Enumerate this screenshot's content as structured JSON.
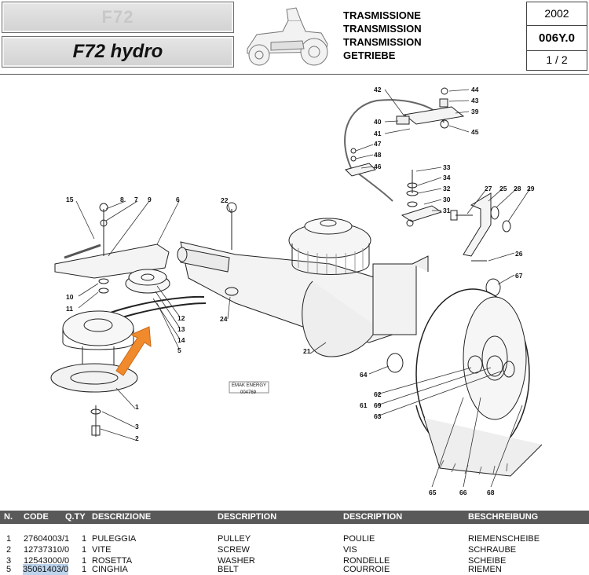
{
  "header": {
    "model_grey": "F72",
    "model_main": "F72 hydro",
    "titles": [
      "TRASMISSIONE",
      "TRANSMISSION",
      "TRANSMISSION",
      "GETRIEBE"
    ],
    "year": "2002",
    "code": "006Y.0",
    "page": "1 / 2"
  },
  "diagram": {
    "callouts": [
      {
        "n": "42"
      },
      {
        "n": "44"
      },
      {
        "n": "43"
      },
      {
        "n": "39"
      },
      {
        "n": "40"
      },
      {
        "n": "41"
      },
      {
        "n": "45"
      },
      {
        "n": "47"
      },
      {
        "n": "48"
      },
      {
        "n": "46"
      },
      {
        "n": "33"
      },
      {
        "n": "34"
      },
      {
        "n": "32"
      },
      {
        "n": "30"
      },
      {
        "n": "31"
      },
      {
        "n": "27"
      },
      {
        "n": "25"
      },
      {
        "n": "28"
      },
      {
        "n": "29"
      },
      {
        "n": "26"
      },
      {
        "n": "67"
      },
      {
        "n": "15"
      },
      {
        "n": "8"
      },
      {
        "n": "7"
      },
      {
        "n": "9"
      },
      {
        "n": "6"
      },
      {
        "n": "22"
      },
      {
        "n": "10"
      },
      {
        "n": "11"
      },
      {
        "n": "12"
      },
      {
        "n": "13"
      },
      {
        "n": "14"
      },
      {
        "n": "5"
      },
      {
        "n": "24"
      },
      {
        "n": "21"
      },
      {
        "n": "64"
      },
      {
        "n": "62"
      },
      {
        "n": "61"
      },
      {
        "n": "69"
      },
      {
        "n": "63"
      },
      {
        "n": "1"
      },
      {
        "n": "3"
      },
      {
        "n": "2"
      },
      {
        "n": "65"
      },
      {
        "n": "66"
      },
      {
        "n": "68"
      }
    ],
    "stamp_brand": "EMAK ENERGY",
    "stamp_code": "004769"
  },
  "table": {
    "headers": [
      "N.",
      "CODE",
      "Q.TY",
      "DESCRIZIONE",
      "DESCRIPTION",
      "DESCRIPTION",
      "BESCHREIBUNG"
    ],
    "rows": [
      {
        "n": "1",
        "code": "27604003/1",
        "qty": "1",
        "it": "PULEGGIA",
        "en": "PULLEY",
        "fr": "POULIE",
        "de": "RIEMENSCHEIBE"
      },
      {
        "n": "2",
        "code": "12737310/0",
        "qty": "1",
        "it": "VITE",
        "en": "SCREW",
        "fr": "VIS",
        "de": "SCHRAUBE"
      },
      {
        "n": "3",
        "code": "12543000/0",
        "qty": "1",
        "it": "ROSETTA",
        "en": "WASHER",
        "fr": "RONDELLE",
        "de": "SCHEIBE"
      },
      {
        "n": "5",
        "code": "35061403/0",
        "qty": "1",
        "it": "CINGHIA",
        "en": "BELT",
        "fr": "COURROIE",
        "de": "RIEMEN"
      }
    ]
  },
  "colors": {
    "arrow": "#f08a2c",
    "table_header": "#595959",
    "selection": "#bcd4ec"
  }
}
